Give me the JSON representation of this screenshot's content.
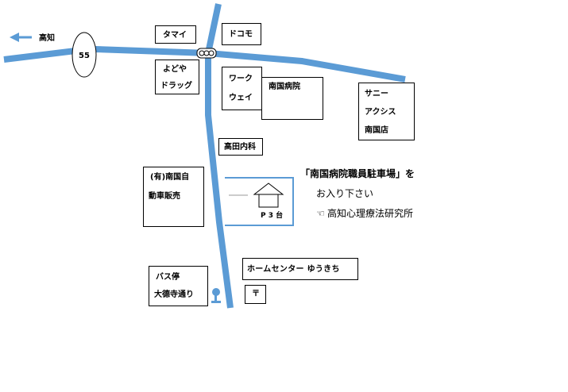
{
  "map": {
    "direction_label": "高知",
    "route_number": "55",
    "signal_icon": "traffic-signal-icon",
    "bus_stop_icon": "bus-stop-icon",
    "road_color": "#5b9bd5",
    "arrow_color": "#5b9bd5",
    "parking_border_color": "#5b9bd5",
    "shops": {
      "tamai": "タマイ",
      "docomo": "ドコモ",
      "yodoya_line1": "よどや",
      "yodoya_line2": "ドラッグ",
      "workway_line1": "ワーク",
      "workway_line2": "ウェイ",
      "nankoku_hospital": "南国病院",
      "sunny_line1": "サニー",
      "sunny_line2": "アクシス",
      "sunny_line3": "南国店",
      "takada_clinic": "高田内科",
      "car_dealer_line1": "(有)南国自",
      "car_dealer_line2": "動車販売",
      "bus_stop_line1": "バス停",
      "bus_stop_line2": "大德寺通り",
      "home_center": "ホームセンター ゆうきち",
      "post_office": "〒"
    },
    "parking": {
      "label": "P 3 台"
    },
    "note": {
      "line1": "「南国病院職員駐車場」を",
      "line2": "お入り下さい",
      "line3": "高知心理療法研究所",
      "pointer_icon": "pointing-hand-icon"
    }
  }
}
